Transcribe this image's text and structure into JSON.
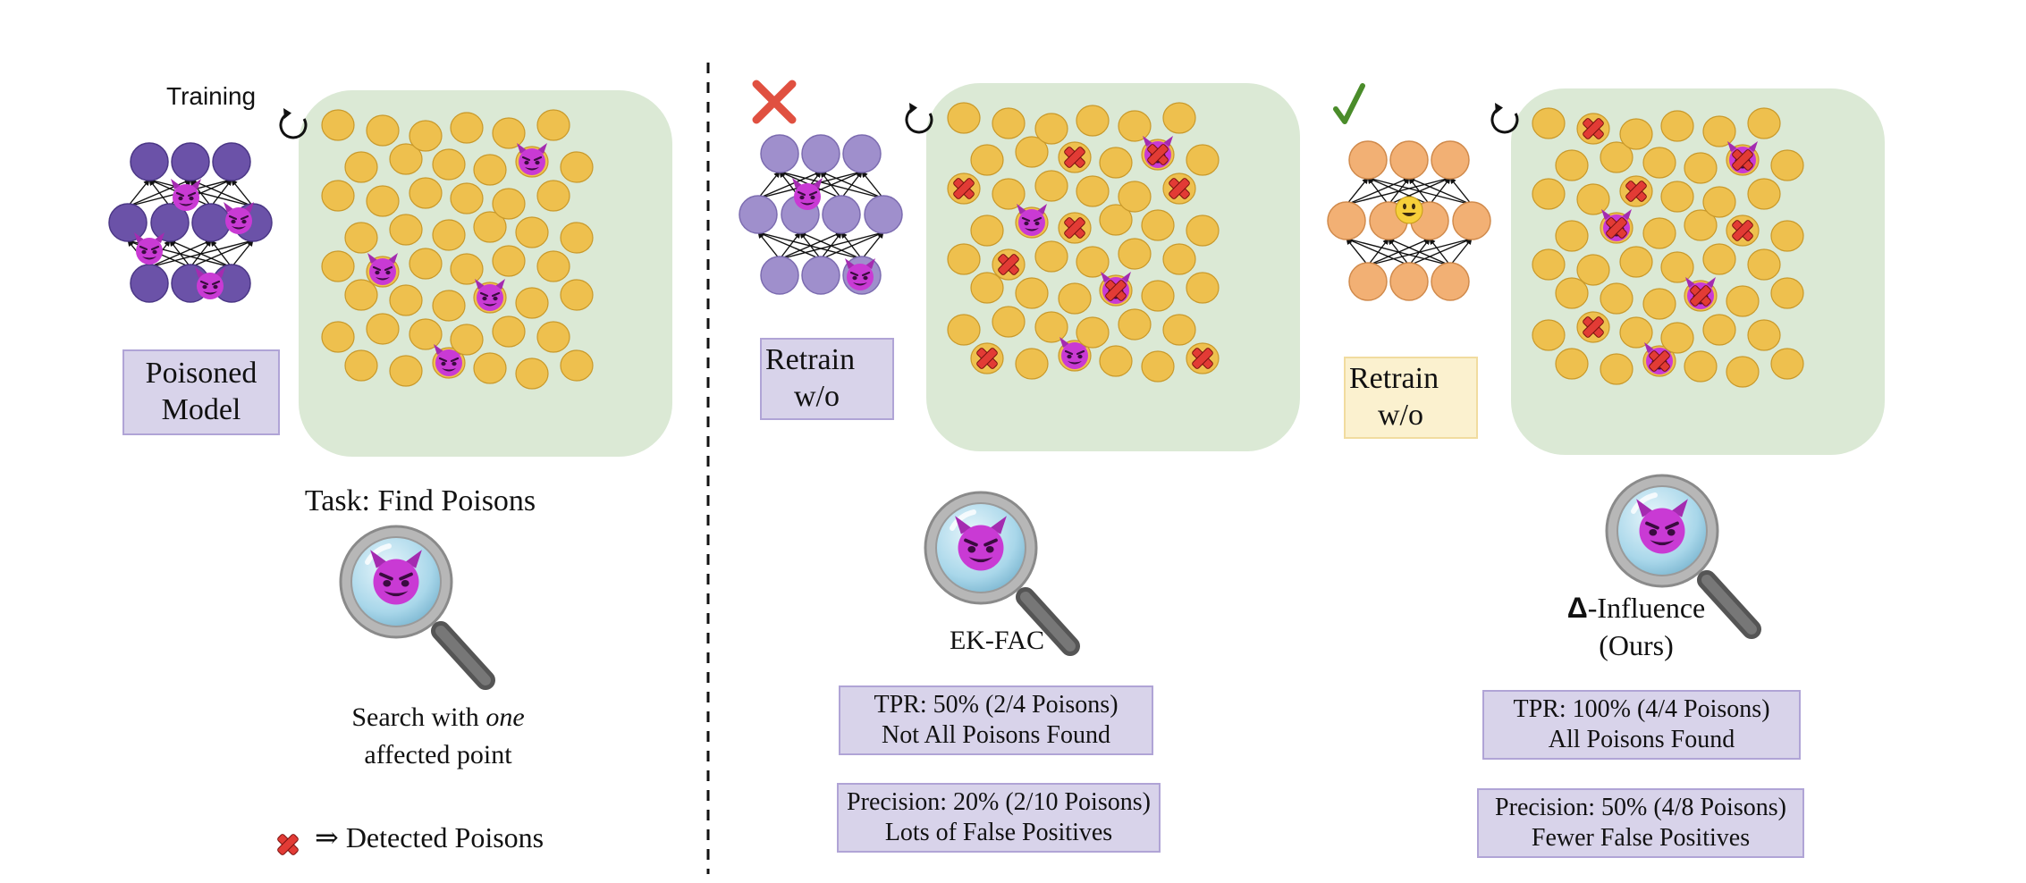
{
  "colors": {
    "data_point": "#eec04e",
    "panel_bg": "#dbe9d5",
    "poisoned_model": "#6b52a8",
    "retrain_bad": "#9f8fcc",
    "retrain_good": "#f2b074",
    "devil": "#c93ad4",
    "cross": "#e23b35",
    "check": "#4a8c2a",
    "label_box": "#d8d3ea"
  },
  "panel1": {
    "training_label": "Training",
    "model_label_line1": "Poisoned",
    "model_label_line2": "Model",
    "task_label": "Task: Find Poisons",
    "search_line1_a": "Search with ",
    "search_line1_em": "one",
    "search_line2": "affected point",
    "legend_text": "⇒ Detected Poisons"
  },
  "panel2": {
    "retrain_line1": "Retrain",
    "retrain_line2": "w/o",
    "method_label": "EK-FAC",
    "tpr_line1": "TPR: 50% (2/4 Poisons)",
    "tpr_line2": "Not All Poisons Found",
    "prec_line1": "Precision: 20% (2/10 Poisons)",
    "prec_line2": "Lots of False Positives"
  },
  "panel3": {
    "retrain_line1": "Retrain",
    "retrain_line2": "w/o",
    "method_symbol": "Δ",
    "method_label": "-Influence",
    "method_sub": "(Ours)",
    "tpr_line1": "TPR: 100% (4/4 Poisons)",
    "tpr_line2": "All Poisons Found",
    "prec_line1": "Precision: 50% (4/8 Poisons)",
    "prec_line2": "Fewer False Positives"
  }
}
